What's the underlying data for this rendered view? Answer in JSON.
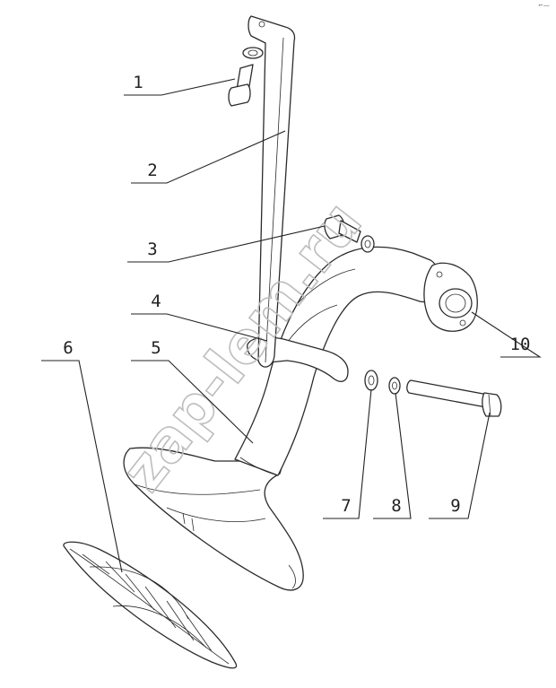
{
  "diagram": {
    "callouts": [
      {
        "id": "1",
        "label": "1"
      },
      {
        "id": "2",
        "label": "2"
      },
      {
        "id": "3",
        "label": "3"
      },
      {
        "id": "4",
        "label": "4"
      },
      {
        "id": "5",
        "label": "5"
      },
      {
        "id": "6",
        "label": "6"
      },
      {
        "id": "7",
        "label": "7"
      },
      {
        "id": "8",
        "label": "8"
      },
      {
        "id": "9",
        "label": "9"
      },
      {
        "id": "10",
        "label": "10"
      }
    ],
    "watermark": "zap-lem.ru",
    "corner_mark": "⌐—"
  },
  "colors": {
    "line": "#2b2b2b",
    "watermark": "#bdbdbd",
    "background": "#ffffff"
  }
}
